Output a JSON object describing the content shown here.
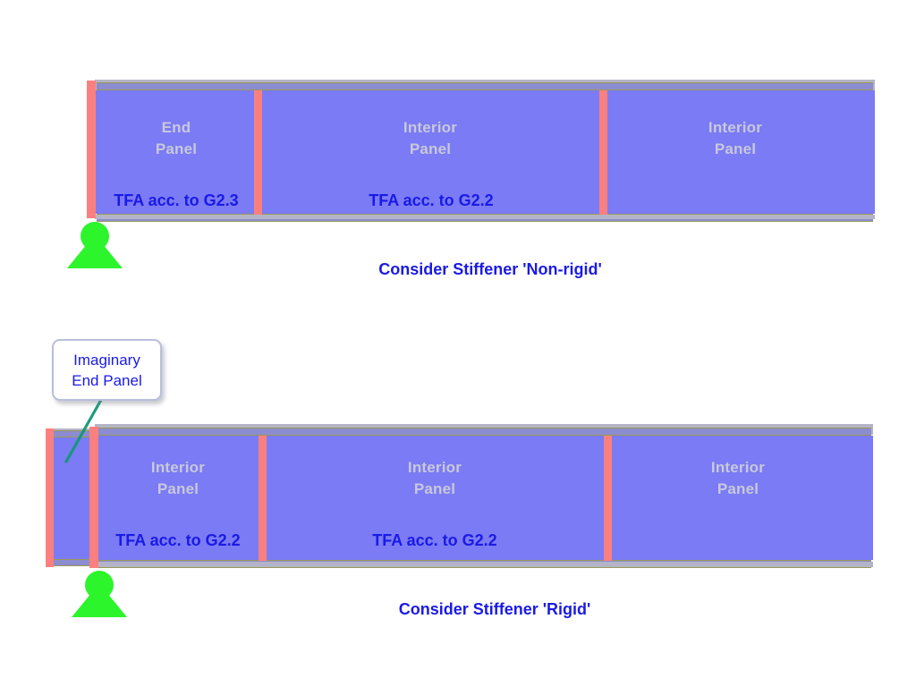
{
  "figure": {
    "background_color": "#ffffff",
    "colors": {
      "web_blue": "#7b7bf5",
      "stiffener_red": "#fa8080",
      "flange_grey": "#b4b4c8",
      "flange_inner": "#8c8cd0",
      "panel_label_grey": "#c8c8dc",
      "annotation_blue": "#1a1ae6",
      "support_green": "#2cf52c",
      "callout_border": "#b9bedd",
      "leader_line": "#119977"
    }
  },
  "diagrams": [
    {
      "id": "non-rigid",
      "caption": "Consider Stiffener 'Non-rigid'",
      "panels": [
        {
          "label": "End\nPanel",
          "tfa": "TFA acc. to G2.3"
        },
        {
          "label": "Interior\nPanel",
          "tfa": "TFA acc. to G2.2"
        },
        {
          "label": "Interior\nPanel",
          "tfa": ""
        }
      ],
      "stiffener_count": 3,
      "support": "pinned-support"
    },
    {
      "id": "rigid",
      "caption": "Consider Stiffener 'Rigid'",
      "callout": "Imaginary\nEnd Panel",
      "panels": [
        {
          "label": "",
          "tfa": ""
        },
        {
          "label": "Interior\nPanel",
          "tfa": "TFA acc. to G2.2"
        },
        {
          "label": "Interior\nPanel",
          "tfa": "TFA acc. to G2.2"
        },
        {
          "label": "Interior\nPanel",
          "tfa": ""
        }
      ],
      "stiffener_count": 4,
      "support": "pinned-support"
    }
  ]
}
